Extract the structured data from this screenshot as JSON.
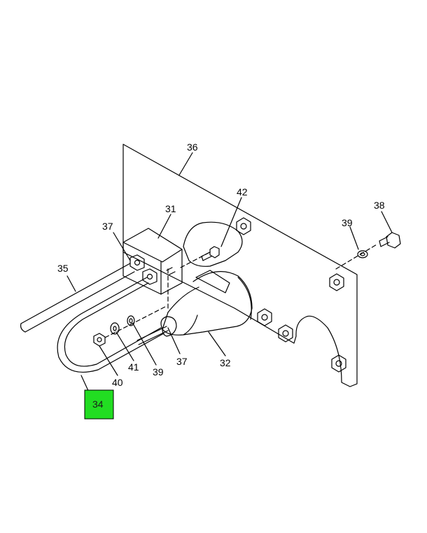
{
  "callouts": {
    "c36": "36",
    "c42": "42",
    "c31": "31",
    "c37a": "37",
    "c35": "35",
    "c38": "38",
    "c39a": "39",
    "c41": "41",
    "c39b": "39",
    "c37b": "37",
    "c32": "32",
    "c40": "40",
    "c34": "34"
  },
  "colors": {
    "line": "#000000",
    "highlight": "#22dd22"
  },
  "highlighted_part": "34"
}
